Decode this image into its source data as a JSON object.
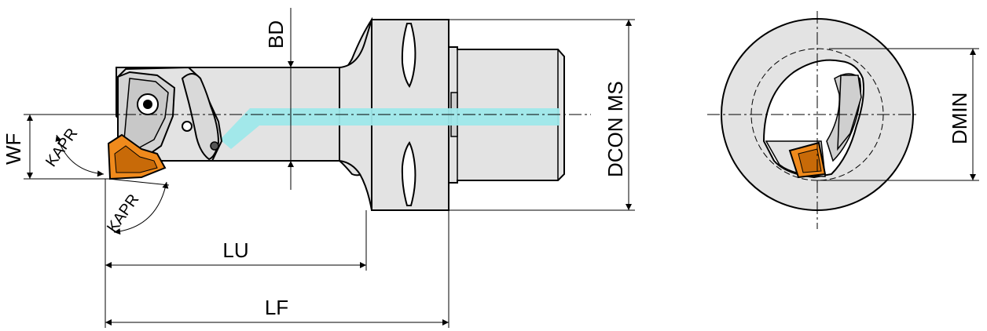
{
  "labels": {
    "bd": "BD",
    "wf": "WF",
    "kapr_top": "KAPR",
    "kapr_bottom": "KAPR",
    "lu": "LU",
    "lf": "LF",
    "dcon_ms": "DCON MS",
    "dmin": "DMIN"
  },
  "colors": {
    "body": "#e3e3e3",
    "body_dark": "#cfcfcf",
    "outline": "#000000",
    "coolant": "#9ee8ea",
    "insert": "#f08a1c",
    "insert_dark": "#c86a08"
  }
}
